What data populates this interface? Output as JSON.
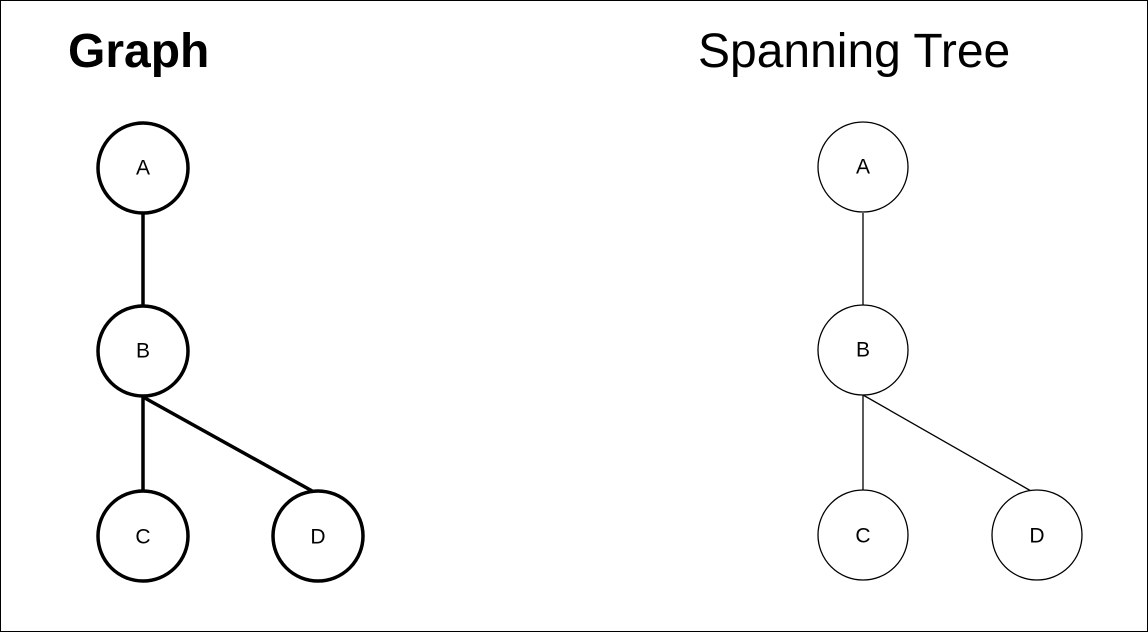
{
  "titles": {
    "graph": "Graph",
    "spanning_tree": "Spanning Tree"
  },
  "graph": {
    "nodes": [
      "A",
      "B",
      "C",
      "D"
    ],
    "edges": [
      [
        "A",
        "B"
      ],
      [
        "B",
        "C"
      ],
      [
        "B",
        "D"
      ]
    ]
  },
  "spanning_tree": {
    "nodes": [
      "A",
      "B",
      "C",
      "D"
    ],
    "edges": [
      [
        "A",
        "B"
      ],
      [
        "B",
        "C"
      ],
      [
        "B",
        "D"
      ]
    ]
  },
  "colors": {
    "stroke": "#000000",
    "node_fill": "#ffffff",
    "background": "#ffffff"
  }
}
